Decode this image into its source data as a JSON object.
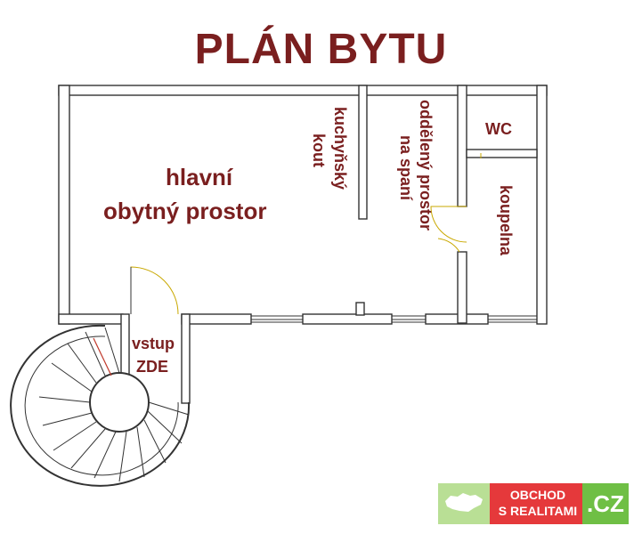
{
  "title": "PLÁN BYTU",
  "rooms": {
    "main_line1": "hlavní",
    "main_line2": "obytný prostor",
    "kitchen_line1": "kuchyňský",
    "kitchen_line2": "kout",
    "sleep_line1": "oddělený prostor",
    "sleep_line2": "na spaní",
    "wc": "WC",
    "bathroom": "koupelna",
    "entrance_line1": "vstup",
    "entrance_line2": "ZDE"
  },
  "logo": {
    "line1": "OBCHOD",
    "line2": "S REALITAMI",
    "domain": ".CZ"
  },
  "colors": {
    "label": "#7a1f1f",
    "wall": "#333333",
    "logo_red": "#e5393b",
    "logo_green": "#6fbf45"
  }
}
